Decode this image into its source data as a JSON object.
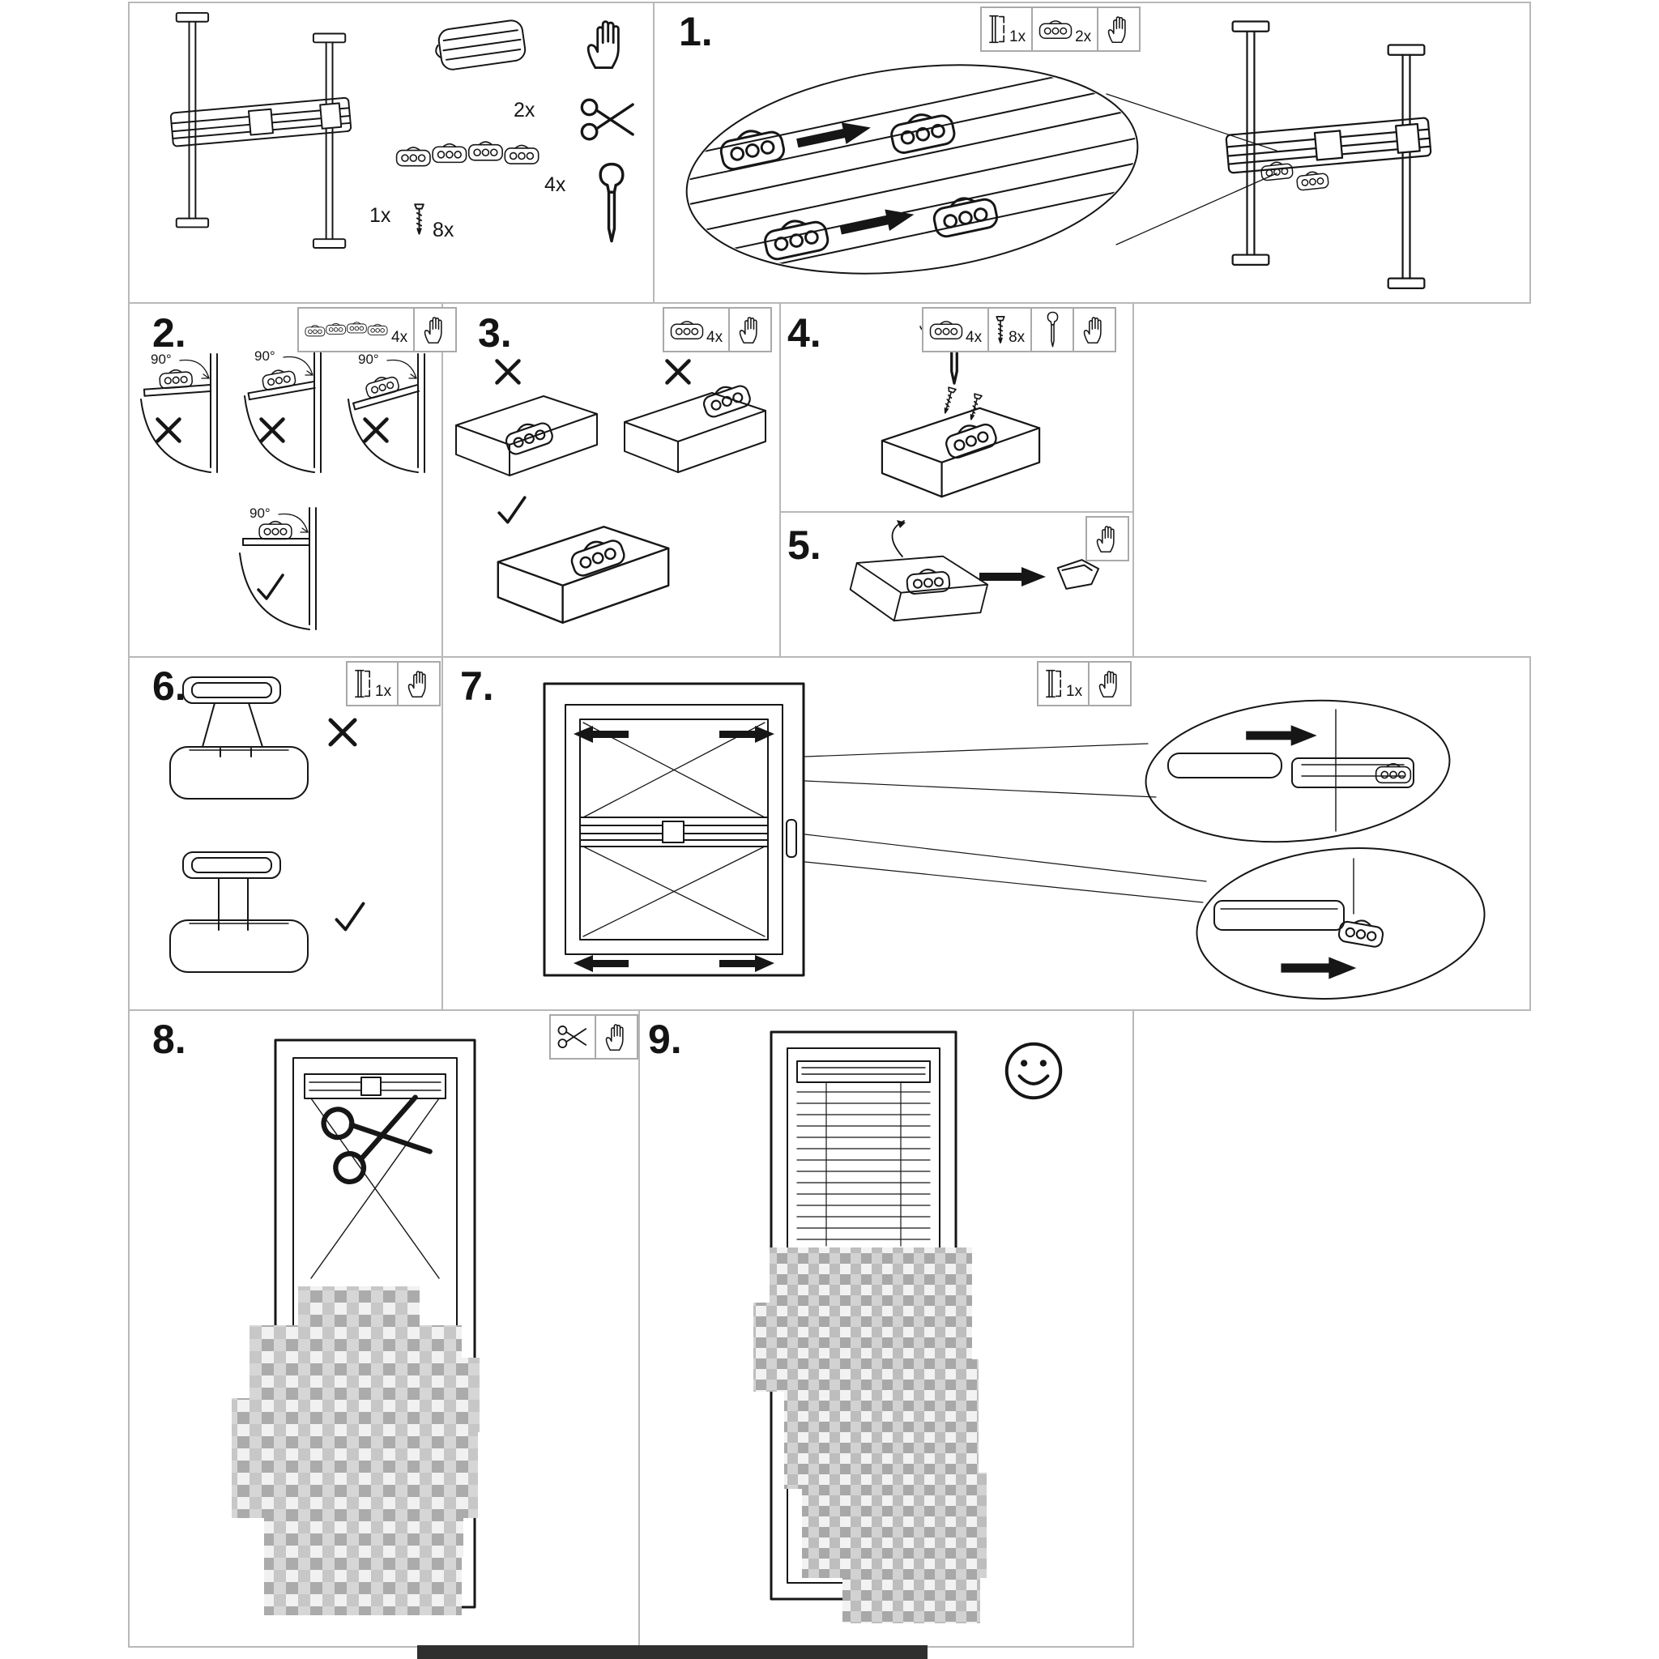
{
  "doc": {
    "kind": "assembly-instructions",
    "ink": "#161616",
    "panel_border": "#b8b8b8"
  },
  "parts_overview": {
    "items": [
      {
        "icon": "blind-assembly",
        "qty": "1x"
      },
      {
        "icon": "mounting-bracket",
        "qty": "2x"
      },
      {
        "icon": "cord-clip-strip",
        "qty": "4x"
      },
      {
        "icon": "screw",
        "qty": "8x"
      }
    ],
    "tools": [
      "hand-icon",
      "scissors-icon",
      "screwdriver-icon"
    ]
  },
  "steps": {
    "s1": {
      "label": "1.",
      "parts": [
        {
          "icon": "bracket-icon",
          "qty": "1x"
        },
        {
          "icon": "clip-icon",
          "qty": "2x"
        }
      ],
      "tools": [
        "hand-icon"
      ]
    },
    "s2": {
      "label": "2.",
      "angle": "90°",
      "parts": [
        {
          "icon": "clip-strip-icon",
          "qty": "4x"
        }
      ],
      "tools": [
        "hand-icon"
      ]
    },
    "s3": {
      "label": "3.",
      "parts": [
        {
          "icon": "clip-icon",
          "qty": "4x"
        }
      ],
      "tools": [
        "hand-icon"
      ]
    },
    "s4": {
      "label": "4.",
      "parts": [
        {
          "icon": "clip-icon",
          "qty": "4x"
        },
        {
          "icon": "screw-icon",
          "qty": "8x"
        }
      ],
      "tools": [
        "screwdriver-icon",
        "hand-icon"
      ]
    },
    "s5": {
      "label": "5.",
      "parts": [],
      "tools": [
        "hand-icon"
      ]
    },
    "s6": {
      "label": "6.",
      "parts": [
        {
          "icon": "bracket-icon",
          "qty": "1x"
        }
      ],
      "tools": [
        "hand-icon"
      ]
    },
    "s7": {
      "label": "7.",
      "parts": [
        {
          "icon": "bracket-icon",
          "qty": "1x"
        }
      ],
      "tools": [
        "hand-icon"
      ]
    },
    "s8": {
      "label": "8.",
      "parts": [],
      "tools": [
        "scissors-icon",
        "hand-icon"
      ]
    },
    "s9": {
      "label": "9.",
      "parts": [],
      "tools": [],
      "result": "smiley-face"
    }
  },
  "icons": {
    "hand": "open-hand",
    "scissors": "scissors",
    "screwdriver": "screwdriver",
    "clip": "cord-clip-3-hole",
    "clip_strip": "cord-clip-strip-of-4",
    "bracket": "side-rail-bracket",
    "screw": "screw",
    "cross": "incorrect-x-mark",
    "check": "correct-check-mark",
    "smiley": "smiley-face"
  }
}
